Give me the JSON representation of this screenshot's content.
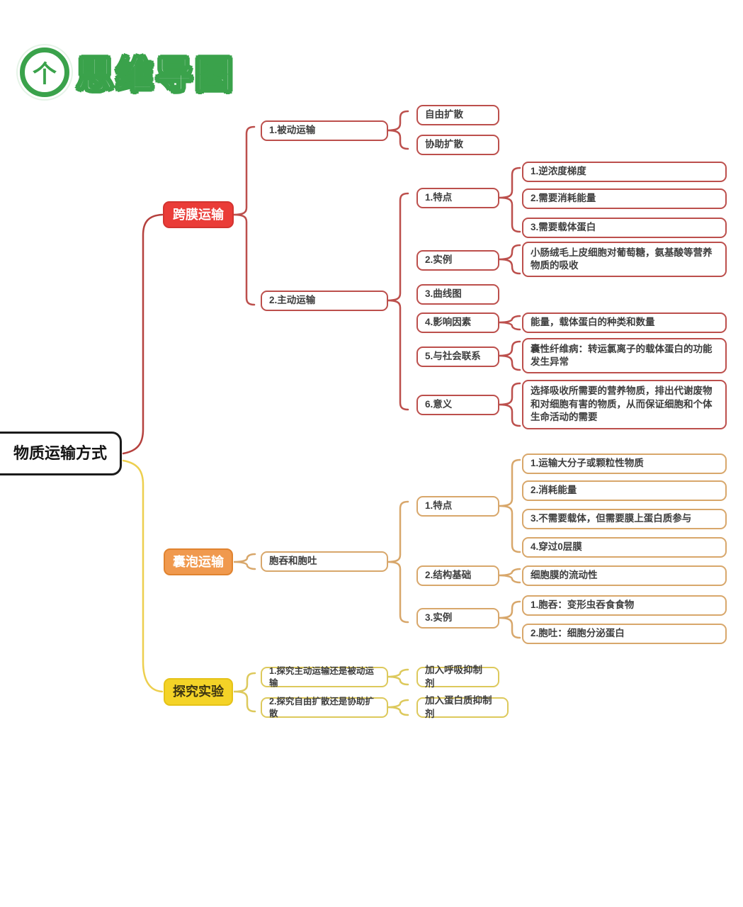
{
  "logo": {
    "icon_label": "个",
    "text": "思维导图"
  },
  "root": {
    "label": "物质运输方式"
  },
  "colors": {
    "logo_green": "#3aa24b",
    "branch_red_fill": "#ea3c38",
    "branch_orange_fill": "#f0994e",
    "branch_yellow_fill": "#f4d327",
    "outline_red": "#bc4f4c",
    "outline_orange": "#d8a76b",
    "outline_yellow": "#ddc95c",
    "root_line_red": "#b5413e",
    "root_line_yellow": "#edcf4e"
  },
  "branches": [
    {
      "label": "跨膜运输",
      "children": [
        {
          "label": "1.被动运输",
          "children": [
            {
              "label": "自由扩散"
            },
            {
              "label": "协助扩散"
            }
          ]
        },
        {
          "label": "2.主动运输",
          "children": [
            {
              "label": "1.特点",
              "children": [
                {
                  "label": "1.逆浓度梯度"
                },
                {
                  "label": "2.需要消耗能量"
                },
                {
                  "label": "3.需要载体蛋白"
                }
              ]
            },
            {
              "label": "2.实例",
              "children": [
                {
                  "label": "小肠绒毛上皮细胞对葡萄糖，氨基酸等营养物质的吸收"
                }
              ]
            },
            {
              "label": "3.曲线图"
            },
            {
              "label": "4.影响因素",
              "children": [
                {
                  "label": "能量，载体蛋白的种类和数量"
                }
              ]
            },
            {
              "label": "5.与社会联系",
              "children": [
                {
                  "label": "囊性纤维病：转运氯离子的载体蛋白的功能发生异常"
                }
              ]
            },
            {
              "label": "6.意义",
              "children": [
                {
                  "label": "选择吸收所需要的营养物质，排出代谢废物和对细胞有害的物质，从而保证细胞和个体生命活动的需要"
                }
              ]
            }
          ]
        }
      ]
    },
    {
      "label": "囊泡运输",
      "children": [
        {
          "label": "胞吞和胞吐",
          "children": [
            {
              "label": "1.特点",
              "children": [
                {
                  "label": "1.运输大分子或颗粒性物质"
                },
                {
                  "label": "2.消耗能量"
                },
                {
                  "label": "3.不需要载体，但需要膜上蛋白质参与"
                },
                {
                  "label": "4.穿过0层膜"
                }
              ]
            },
            {
              "label": "2.结构基础",
              "children": [
                {
                  "label": "细胞膜的流动性"
                }
              ]
            },
            {
              "label": "3.实例",
              "children": [
                {
                  "label": "1.胞吞：变形虫吞食食物"
                },
                {
                  "label": "2.胞吐：细胞分泌蛋白"
                }
              ]
            }
          ]
        }
      ]
    },
    {
      "label": "探究实验",
      "children": [
        {
          "label": "1.探究主动运输还是被动运输",
          "children": [
            {
              "label": "加入呼吸抑制剂"
            }
          ]
        },
        {
          "label": "2.探究自由扩散还是协助扩散",
          "children": [
            {
              "label": "加入蛋白质抑制剂"
            }
          ]
        }
      ]
    }
  ]
}
